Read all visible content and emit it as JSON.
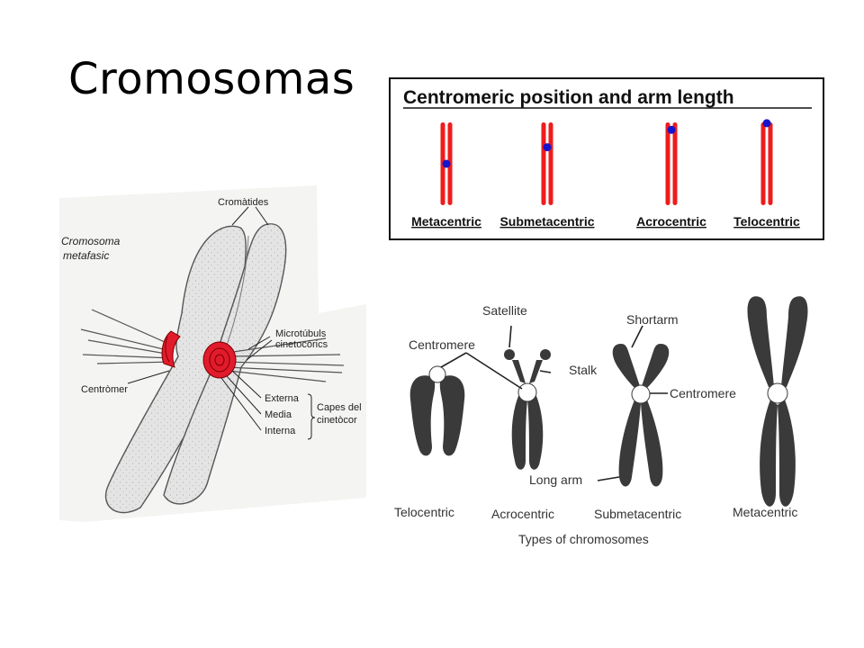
{
  "slide": {
    "title": "Cromosomas"
  },
  "panel_centromeric": {
    "title": "Centromeric position and arm length",
    "colors": {
      "chromatid": "#ee1c1c",
      "centromere": "#1414cc"
    },
    "types": [
      {
        "label": "Metacentric",
        "centromere_fraction": 0.5
      },
      {
        "label": "Submetacentric",
        "centromere_fraction": 0.3
      },
      {
        "label": "Acrocentric",
        "centromere_fraction": 0.09
      },
      {
        "label": "Telocentric",
        "centromere_fraction": 0.01
      }
    ]
  },
  "metaphase_figure": {
    "heading_line1": "Cromosoma",
    "heading_line2": "metafasic",
    "label_cromatides": "Cromàtides",
    "label_microtubuls_line1": "Microtúbuls",
    "label_microtubuls_line2": "cinetocòrics",
    "label_centromer": "Centròmer",
    "label_externa": "Externa",
    "label_media": "Media",
    "label_interna": "Interna",
    "label_capes_line1": "Capes del",
    "label_capes_line2": "cinetòcor",
    "colors": {
      "kinetochore": "#e21b2c",
      "chromosome_fill": "#e4e4e4",
      "paper": "#f4f4f2"
    }
  },
  "types_figure": {
    "caption": "Types of chromosomes",
    "label_satellite": "Satellite",
    "label_centromere_left": "Centromere",
    "label_stalk": "Stalk",
    "label_shortarm": "Shortarm",
    "label_centromere_right": "Centromere",
    "label_long_arm": "Long arm",
    "type_labels": [
      "Telocentric",
      "Acrocentric",
      "Submetacentric",
      "Metacentric"
    ],
    "colors": {
      "chromosome": "#3a3a3a",
      "centromere": "#ffffff"
    }
  }
}
